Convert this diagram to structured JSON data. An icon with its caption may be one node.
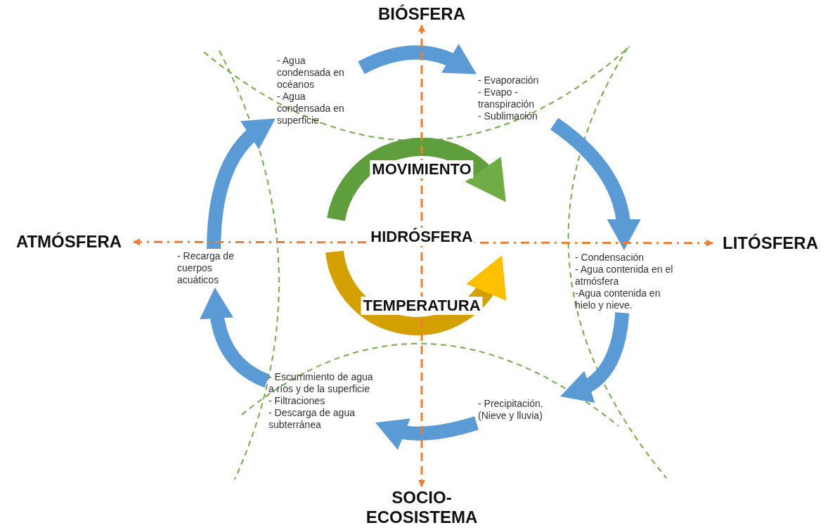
{
  "diagram": {
    "nodes": [
      {
        "text": [
          "BIÓSFERA"
        ]
      },
      {
        "text": [
          "- Agua condensada en océanos",
          "- Agua condensada en superficie."
        ]
      },
      {
        "text": [
          "- Evaporación",
          "- Evapo - transpiración",
          "- Sublimación"
        ]
      },
      {
        "text": [
          "ATMÓSFERA"
        ]
      },
      {
        "text": [
          "- Recarga de cuerpos acuáticos"
        ]
      },
      {
        "text": [
          "- Condensación",
          "- Agua contenida en el atmósfera",
          "-Agua contenida en hielo y nieve."
        ]
      },
      {
        "text": [
          "LITÓSFERA"
        ]
      },
      {
        "text": [
          "- Escurrimiento de agua a ríos y de la superficie",
          "- Filtraciones",
          "- Descarga de agua subterránea"
        ]
      },
      {
        "text": [
          "- Precipitación. (Nieve y lluvia)"
        ]
      },
      {
        "text": [
          "SOCIO- ECOSISTEMA"
        ]
      }
    ],
    "edges": [
      {
        "from": 1,
        "to": 2,
        "arrow": "to"
      },
      {
        "from": 2,
        "to": 5,
        "arrow": "to"
      },
      {
        "from": 5,
        "to": 8,
        "arrow": "to"
      },
      {
        "from": 8,
        "to": 7,
        "arrow": "to"
      },
      {
        "from": 7,
        "to": 4,
        "arrow": "to"
      },
      {
        "from": 4,
        "to": 1,
        "arrow": "to"
      },
      {
        "from": 0,
        "to": 9,
        "arrow": "both",
        "style": "dashed",
        "color": "#ed7d31"
      },
      {
        "from": 3,
        "to": 6,
        "arrow": "both",
        "style": "dashed",
        "color": "#ed7d31"
      }
    ],
    "labels": [
      "MOVIMIENTO",
      "HIDRÓSFERA",
      "TEMPERATURA"
    ]
  }
}
